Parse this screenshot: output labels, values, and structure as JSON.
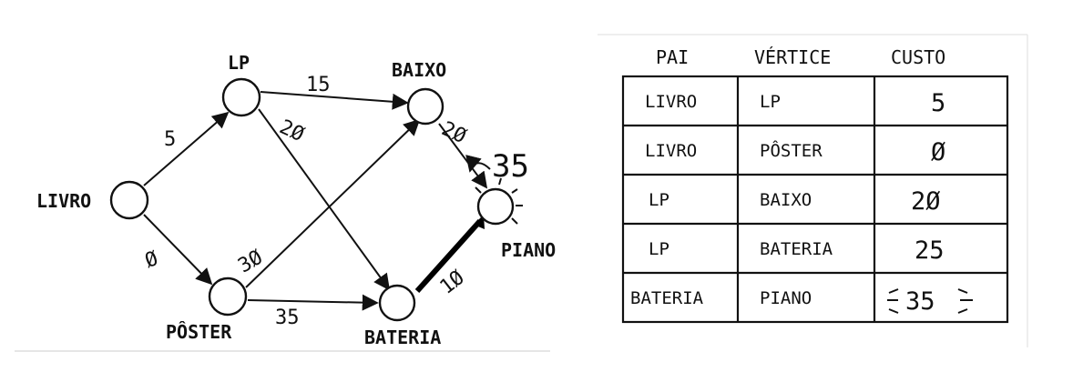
{
  "graph": {
    "nodes": {
      "livro": "LIVRO",
      "lp": "LP",
      "poster": "PÔSTER",
      "baixo": "BAIXO",
      "bateria": "BATERIA",
      "piano": "PIANO"
    },
    "weights": {
      "livro_lp": "5",
      "livro_poster": "Ø",
      "lp_baixo": "15",
      "lp_bateria": "2Ø",
      "poster_baixo": "3Ø",
      "poster_bateria": "35",
      "baixo_piano": "2Ø",
      "bateria_piano": "1Ø"
    },
    "piano_cost_note": "35",
    "highlighted_edge": "bateria_piano"
  },
  "table": {
    "headers": [
      "PAI",
      "VÉRTICE",
      "CUSTO"
    ],
    "rows": [
      {
        "pai": "LIVRO",
        "vertice": "LP",
        "custo": "5"
      },
      {
        "pai": "LIVRO",
        "vertice": "PÔSTER",
        "custo": "Ø"
      },
      {
        "pai": "LP",
        "vertice": "BAIXO",
        "custo": "2Ø"
      },
      {
        "pai": "LP",
        "vertice": "BATERIA",
        "custo": "25"
      },
      {
        "pai": "BATERIA",
        "vertice": "PIANO",
        "custo": "35"
      }
    ]
  }
}
